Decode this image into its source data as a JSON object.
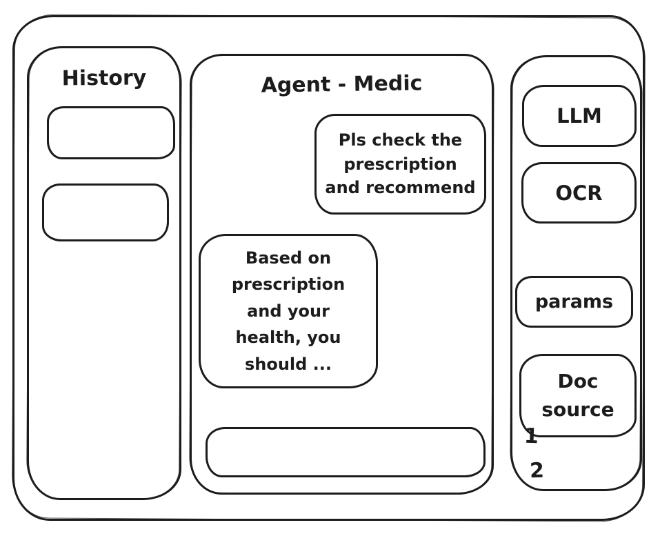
{
  "sidebar_left": {
    "title": "History",
    "items": [
      {
        "label": ""
      },
      {
        "label": ""
      }
    ]
  },
  "main": {
    "title": "Agent - Medic",
    "messages": [
      {
        "role": "user",
        "text": "Pls check the prescription and recommend"
      },
      {
        "role": "assistant",
        "text": "Based on prescription and your health, you should ..."
      }
    ],
    "input": {
      "value": ""
    }
  },
  "sidebar_right": {
    "buttons": [
      {
        "label": "LLM"
      },
      {
        "label": "OCR"
      },
      {
        "label": "params"
      },
      {
        "label": "Doc source"
      }
    ],
    "doc_source_items": [
      "1",
      "2"
    ]
  },
  "colors": {
    "ink": "#1c1c1c",
    "background": "#ffffff"
  }
}
